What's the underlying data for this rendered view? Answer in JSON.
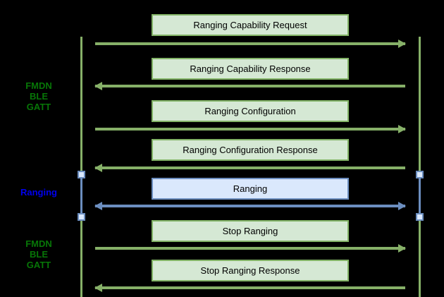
{
  "diagram": {
    "type": "sequence-diagram",
    "background": "#000000",
    "colors": {
      "box_green_fill": "#d5e8d4",
      "box_green_stroke": "#82b366",
      "box_blue_fill": "#dae8fc",
      "box_blue_stroke": "#6c8ebf",
      "arrow_green": "#86b068",
      "arrow_blue": "#6c8ebf",
      "label_green": "#077607",
      "label_blue": "#0000ee",
      "box_text": "#000000"
    },
    "phases": [
      {
        "id": "fmdn-ble-gatt-top",
        "color": "green",
        "lines": [
          "FMDN",
          "BLE",
          "GATT"
        ]
      },
      {
        "id": "ranging",
        "color": "blue",
        "lines": [
          "Ranging"
        ]
      },
      {
        "id": "fmdn-ble-gatt-bottom",
        "color": "green",
        "lines": [
          "FMDN",
          "BLE",
          "GATT"
        ]
      }
    ],
    "messages": [
      {
        "label": "Ranging Capability Request",
        "direction": "right",
        "style": "green"
      },
      {
        "label": "Ranging Capability Response",
        "direction": "left",
        "style": "green"
      },
      {
        "label": "Ranging Configuration",
        "direction": "right",
        "style": "green"
      },
      {
        "label": "Ranging Configuration Response",
        "direction": "left",
        "style": "green"
      },
      {
        "label": "Ranging",
        "direction": "both",
        "style": "blue"
      },
      {
        "label": "Stop Ranging",
        "direction": "right",
        "style": "green"
      },
      {
        "label": "Stop Ranging Response",
        "direction": "left",
        "style": "green"
      }
    ]
  }
}
